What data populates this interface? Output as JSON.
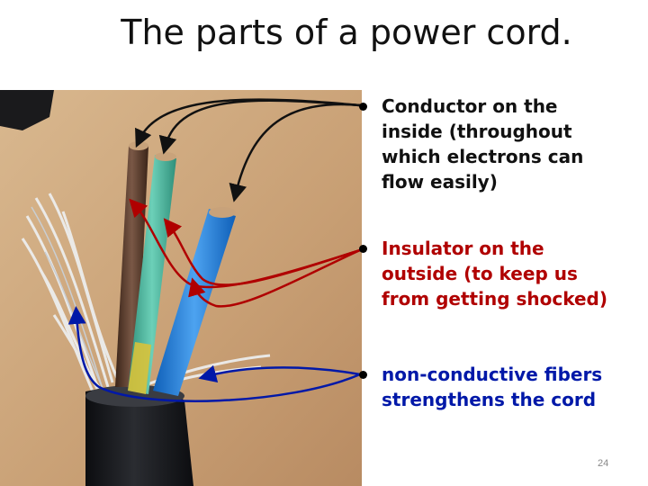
{
  "title": "The parts of a power cord.",
  "bullets": [
    {
      "line1": "Conductor on the",
      "line2": "inside (throughout",
      "line3": "which electrons can",
      "line4": "flow easily)"
    },
    {
      "line1": "Insulator on the",
      "line2": "outside (to keep us",
      "line3": "from getting shocked)"
    },
    {
      "line1": "non-conductive fibers",
      "line2": "strengthens the cord"
    }
  ],
  "page_number": "24",
  "colors": {
    "conductor": "#111111",
    "insulator": "#b00000",
    "fibers": "#0018a8"
  }
}
